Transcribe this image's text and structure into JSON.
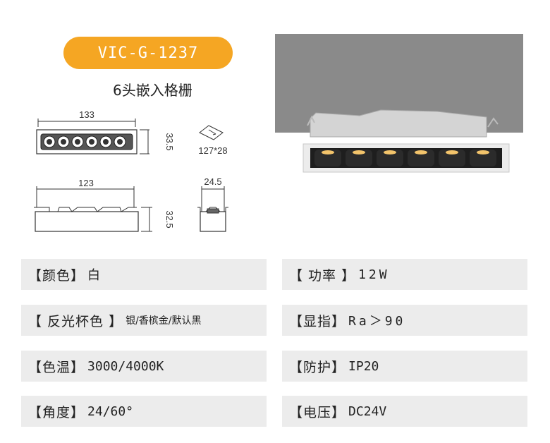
{
  "header": {
    "model": "VIC-G-1237",
    "subtitle": "6头嵌入格栅"
  },
  "drawing": {
    "front_width": "133",
    "front_height": "33.5",
    "cutout": "127*28",
    "side_width": "123",
    "side_height": "32.5",
    "end_width": "24.5"
  },
  "specs": {
    "left": [
      {
        "label": "【颜色】",
        "value": "白"
      },
      {
        "label": "【 反光杯色 】",
        "value": "银/香槟金/默认黑"
      },
      {
        "label": "【色温】",
        "value": "3000/4000K"
      },
      {
        "label": "【角度】",
        "value": "24/60°"
      }
    ],
    "right": [
      {
        "label": "【 功率 】",
        "value": "12W"
      },
      {
        "label": "【显指】",
        "value": "Ra＞90"
      },
      {
        "label": "【防护】",
        "value": "IP20"
      },
      {
        "label": "【电压】",
        "value": "DC24V"
      }
    ]
  },
  "colors": {
    "accent": "#f5a623",
    "spec_bg": "#ececec"
  }
}
